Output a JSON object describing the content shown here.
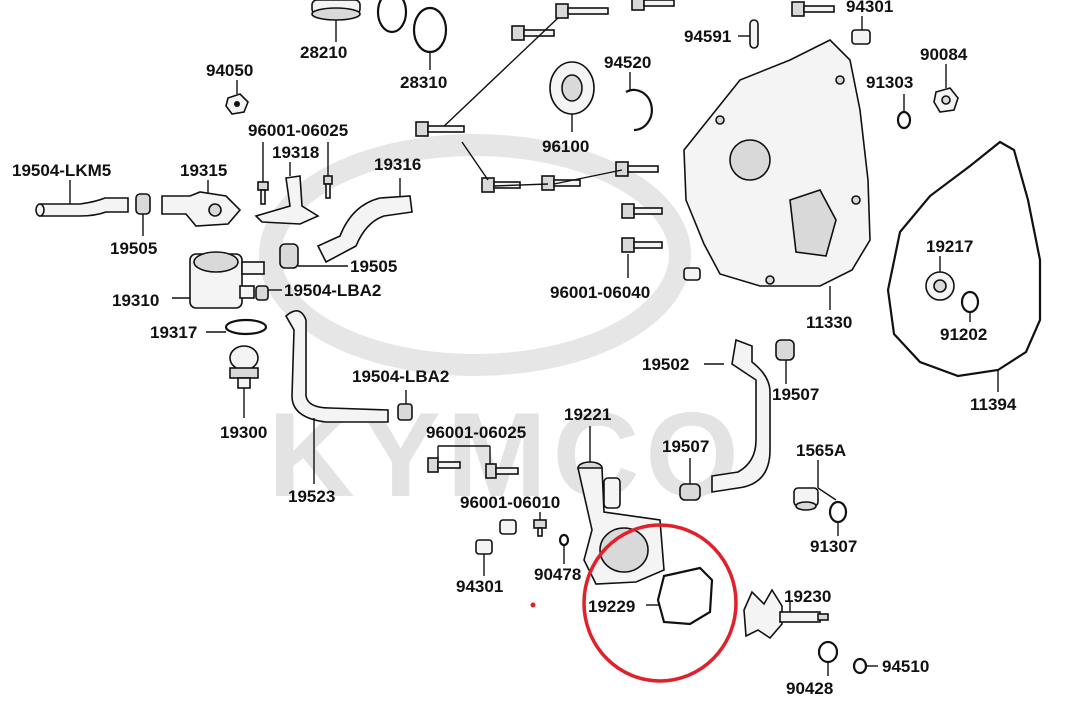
{
  "watermark": "KYMCO",
  "highlight_color": "#e0202a",
  "labels": {
    "p28210": "28210",
    "p28310": "28310",
    "p94050": "94050",
    "p96001_06025_top": "96001-06025",
    "p19318": "19318",
    "p19504_lkm5": "19504-LKM5",
    "p19315": "19315",
    "p19316": "19316",
    "p19505_left": "19505",
    "p19505_right": "19505",
    "p19310": "19310",
    "p19504_lba2_top": "19504-LBA2",
    "p19317": "19317",
    "p19300": "19300",
    "p19504_lba2_mid": "19504-LBA2",
    "p19523": "19523",
    "p96001_06025_mid": "96001-06025",
    "p96001_06010": "96001-06010",
    "p94301_bottom": "94301",
    "p90478": "90478",
    "p19221": "19221",
    "p19229": "19229",
    "p19507_lower": "19507",
    "p19502": "19502",
    "p19507_upper": "19507",
    "p1565a": "1565A",
    "p91307": "91307",
    "p19230": "19230",
    "p90428": "90428",
    "p94510": "94510",
    "p94591": "94591",
    "p94301_top": "94301",
    "p94520": "94520",
    "p96100": "96100",
    "p90084": "90084",
    "p91303": "91303",
    "p96001_06040": "96001-06040",
    "p11330": "11330",
    "p19217": "19217",
    "p91202": "91202",
    "p11394": "11394"
  }
}
